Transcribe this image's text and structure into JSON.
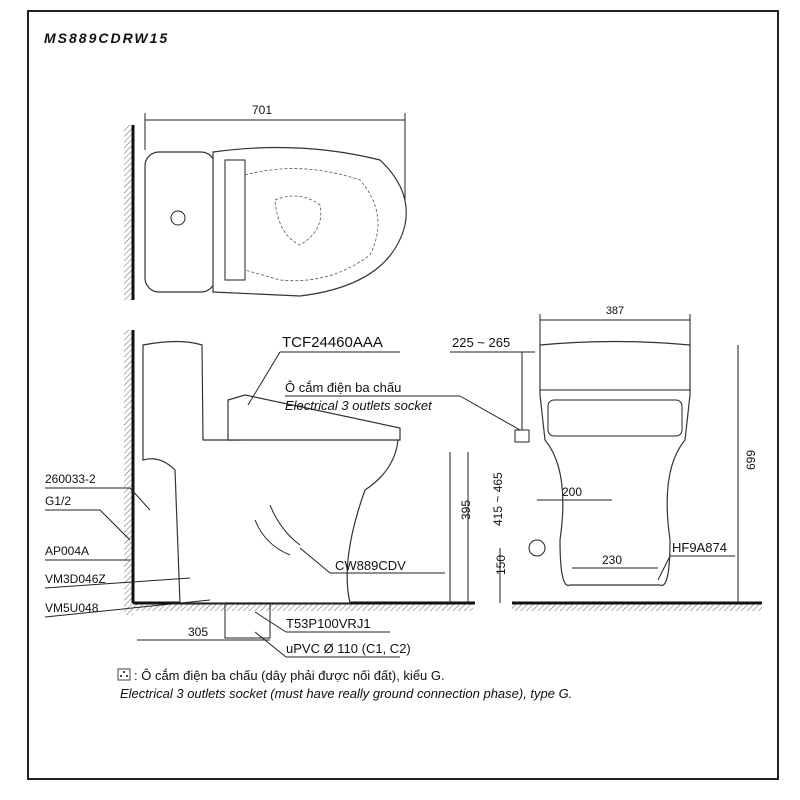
{
  "title": "MS889CDRW15",
  "dimensions": {
    "total_length": "701",
    "width": "387",
    "outlet_offset": "225 ~ 265",
    "height": "699",
    "rim_height": "395",
    "seat_height": "415 ~ 465",
    "rough_in": "305",
    "outlet_height": "150",
    "inlet_offset": "200",
    "foot_spacing": "230"
  },
  "labels": {
    "seat_model": "TCF24460AAA",
    "socket_vi": "Ô cắm điện ba chấu",
    "socket_en": "Electrical 3 outlets socket",
    "hose": "260033-2",
    "thread": "G1/2",
    "valve": "AP004A",
    "flange": "VM3D046Z",
    "bolt": "VM5U048",
    "bowl_model": "CW889CDV",
    "adapter": "T53P100VRJ1",
    "pipe": "uPVC Ø 110 (C1, C2)",
    "fixing": "HF9A874"
  },
  "note": {
    "icon": "socket-icon",
    "vi": ": Ô cắm điện ba chấu (dây phải được nối đất), kiểu G.",
    "en": "Electrical 3 outlets socket (must have really ground connection phase), type G."
  }
}
